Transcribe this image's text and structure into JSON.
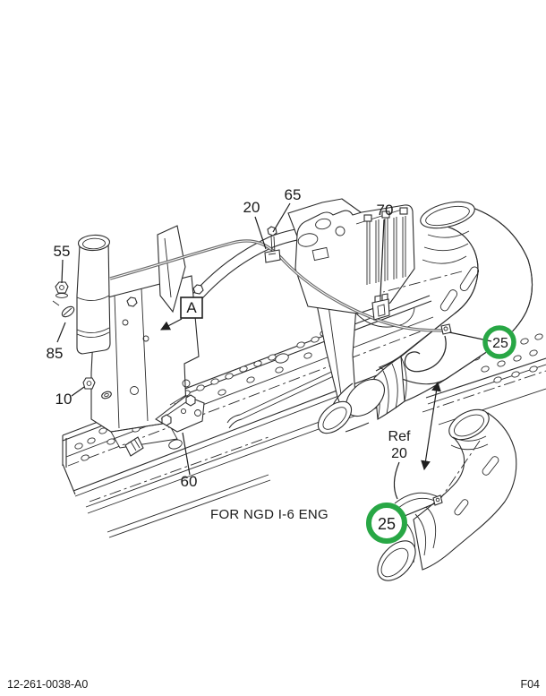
{
  "colors": {
    "line": "#2b2b2b",
    "hose": "#6b6b6b",
    "highlight_green": "#28a745",
    "background": "#ffffff"
  },
  "callouts": {
    "part_55": "55",
    "part_85": "85",
    "part_10": "10",
    "part_60": "60",
    "part_20": "20",
    "part_65": "65",
    "part_70": "70",
    "part_25_main": "25",
    "part_25_detail": "25",
    "view_label": "A",
    "ref_label": "Ref",
    "ref_part": "20"
  },
  "caption": "FOR NGD I-6 ENG",
  "footer": {
    "doc_number": "12-261-0038-A0",
    "page_code": "F04"
  }
}
